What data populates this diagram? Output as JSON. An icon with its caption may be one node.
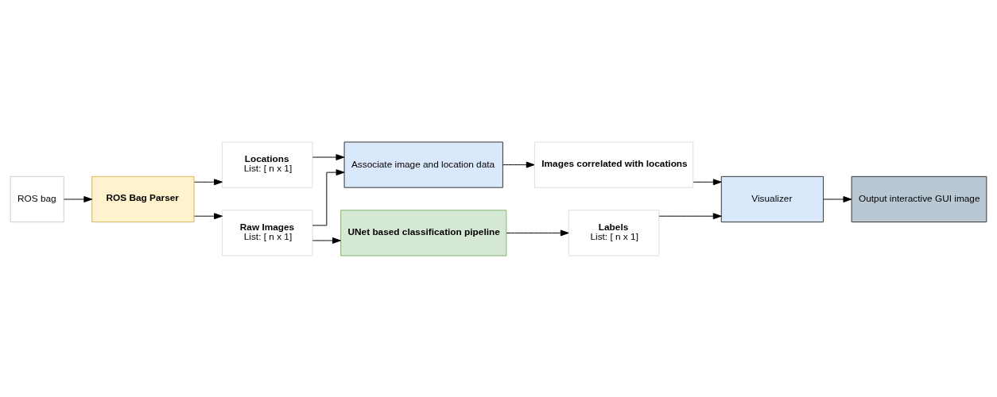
{
  "diagram": {
    "nodes": [
      {
        "text": [
          "ROS bag"
        ]
      },
      {
        "text": [
          "ROS Bag Parser"
        ]
      },
      {
        "text": [
          "Locations",
          "List: [ n x 1]"
        ]
      },
      {
        "text": [
          "Raw Images",
          "List: [ n x 1]"
        ]
      },
      {
        "text": [
          "Associate image and location data"
        ]
      },
      {
        "text": [
          "Images correlated with locations"
        ]
      },
      {
        "text": [
          "UNet based classification pipeline"
        ]
      },
      {
        "text": [
          "Labels",
          "List: [ n x 1]"
        ]
      },
      {
        "text": [
          "Visualizer"
        ]
      },
      {
        "text": [
          "Output interactive GUI image"
        ]
      }
    ],
    "edges": [
      {
        "from": 0,
        "to": 1,
        "arrow": "to"
      },
      {
        "from": 1,
        "to": 2,
        "arrow": "to"
      },
      {
        "from": 1,
        "to": 3,
        "arrow": "to"
      },
      {
        "from": 2,
        "to": 4,
        "arrow": "to"
      },
      {
        "from": 3,
        "to": 4,
        "arrow": "to"
      },
      {
        "from": 3,
        "to": 6,
        "arrow": "to"
      },
      {
        "from": 4,
        "to": 5,
        "arrow": "to"
      },
      {
        "from": 5,
        "to": 8,
        "arrow": "to"
      },
      {
        "from": 6,
        "to": 7,
        "arrow": "to"
      },
      {
        "from": 7,
        "to": 8,
        "arrow": "to"
      },
      {
        "from": 8,
        "to": 9,
        "arrow": "to"
      }
    ]
  }
}
